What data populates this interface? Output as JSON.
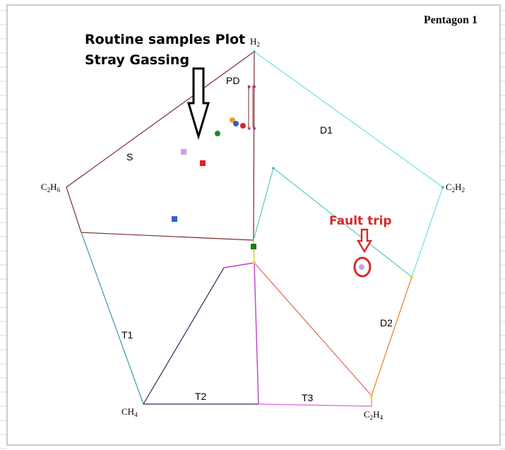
{
  "title": "Pentagon 1",
  "annotation": {
    "line1": "Routine samples Plot",
    "line2": "Stray Gassing"
  },
  "fault_label": "Fault trip",
  "vertices": {
    "h2": {
      "main": "H",
      "sub": "2"
    },
    "c2h2": {
      "main": "C",
      "sub1": "2",
      "mid": "H",
      "sub2": "2"
    },
    "c2h6": {
      "main": "C",
      "sub1": "2",
      "mid": "H",
      "sub2": "6"
    },
    "ch4": {
      "main": "CH",
      "sub": "4"
    },
    "c2h4": {
      "main": "C",
      "sub1": "2",
      "mid": "H",
      "sub2": "4"
    }
  },
  "zones": {
    "pd": "PD",
    "d1": "D1",
    "s": "S",
    "t1": "T1",
    "t2": "T2",
    "t3": "T3",
    "d2": "D2"
  },
  "colors": {
    "boundary_s": "#7a2a2a",
    "boundary_d1": "#6ee0e8",
    "boundary_d1_inner": "#5ac8c0",
    "boundary_t1": "#3a9ab0",
    "boundary_t2": "#2a2a5a",
    "boundary_t3": "#c040c8",
    "boundary_t3_bottom": "#e070e0",
    "boundary_d2": "#e08030",
    "boundary_t3_d2": "#e06a50",
    "fault_marker": "#d42a2a",
    "annotation_arrow": "#000000"
  },
  "samples": [
    {
      "name": "sample-orange-dot",
      "color": "#f0a020",
      "shape": "circle"
    },
    {
      "name": "sample-blue-dot",
      "color": "#3060c0",
      "shape": "circle"
    },
    {
      "name": "sample-red-dot",
      "color": "#e02020",
      "shape": "circle"
    },
    {
      "name": "sample-green-dot",
      "color": "#208a20",
      "shape": "circle"
    },
    {
      "name": "sample-lilac-square",
      "color": "#c8a0e8",
      "shape": "square"
    },
    {
      "name": "sample-red-square",
      "color": "#e02020",
      "shape": "square"
    },
    {
      "name": "sample-blue-square",
      "color": "#3060d8",
      "shape": "square"
    },
    {
      "name": "sample-green-square",
      "color": "#1a7a1a",
      "shape": "square"
    },
    {
      "name": "fault-sample-dot",
      "color": "#c8a0e8",
      "shape": "circle"
    }
  ]
}
